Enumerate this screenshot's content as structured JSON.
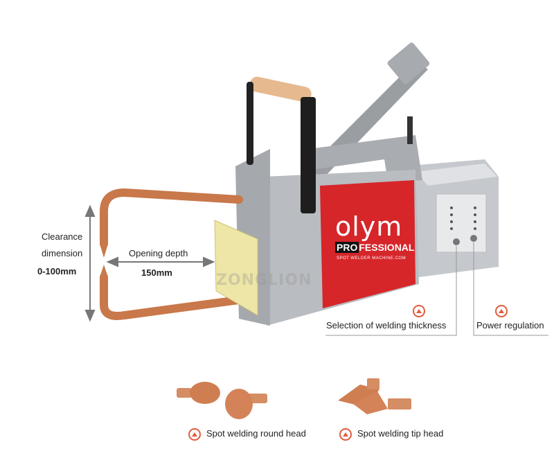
{
  "colors": {
    "accent": "#e25b3c",
    "copper": "#c8784a",
    "body_gray": "#b9bcc0",
    "panel_red": "#d6262a"
  },
  "annotations": {
    "clearance_line1": "Clearance",
    "clearance_line2": "dimension",
    "clearance_range": "0-100mm",
    "opening_label": "Opening depth",
    "opening_value": "150mm",
    "thickness_label": "Selection of welding thickness",
    "power_label": "Power regulation"
  },
  "brand": {
    "logo": "olym",
    "line2_prefix": "PRO",
    "line2_rest": "FESSIONAL",
    "line3": "SPOT WELDER MACHINE.COM",
    "watermark": "ZONGLION"
  },
  "accessories": {
    "round_head_label": "Spot welding round head",
    "tip_head_label": "Spot welding tip head"
  },
  "icons": {
    "marker": "triangle-circle-icon"
  }
}
